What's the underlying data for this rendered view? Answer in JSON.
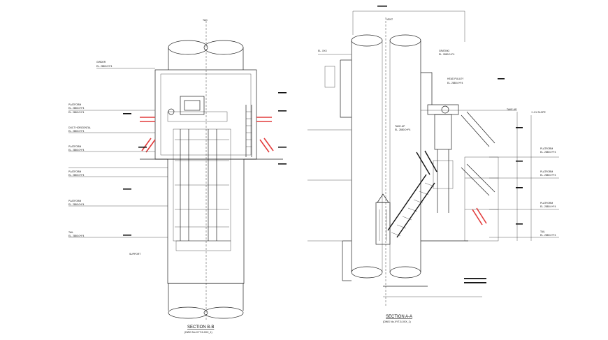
{
  "colors": {
    "ink": "#111111",
    "highlight": "#e23b3b",
    "background": "#ffffff"
  },
  "section_b": {
    "title": "SECTION B-B",
    "subtitle": "(DWG No.XYT-5-0XX_1)",
    "labels": [
      "GIRDER",
      "EL. 2880.0+F4",
      "PLATFORM",
      "EL. 2880.0+F4",
      "EL. 2880.0+F4",
      "DUCT HORIZONTAL",
      "EL. 2880.0+F4",
      "PLATFORM",
      "EL. 2880.0+F4",
      "PLATFORM",
      "EL. 2880.0+F4",
      "PLATFORM",
      "EL. 2880.0+F4",
      "TAIL",
      "EL. 2880.0+F4",
      "SUPPORT",
      "TAG"
    ]
  },
  "section_a": {
    "title": "SECTION A-A",
    "subtitle": "(DWG No.XYT-5-0XX_1)",
    "labels": [
      "VENT",
      "EL. XXX",
      "GRATING",
      "EL. 2880.0+F4",
      "HEAD PULLEY",
      "EL. 2880.0+F4",
      "TAKE-UP",
      "EL. 2880.0+F4",
      "PLATFORM",
      "EL. 2880.0+F4",
      "PLATFORM",
      "EL. 2880.0+F4",
      "PLATFORM",
      "EL. 2880.0+F4",
      "TAIL",
      "EL. 2880.0+F4",
      "TAKE-UP",
      "+/-XX SLOPE"
    ]
  }
}
